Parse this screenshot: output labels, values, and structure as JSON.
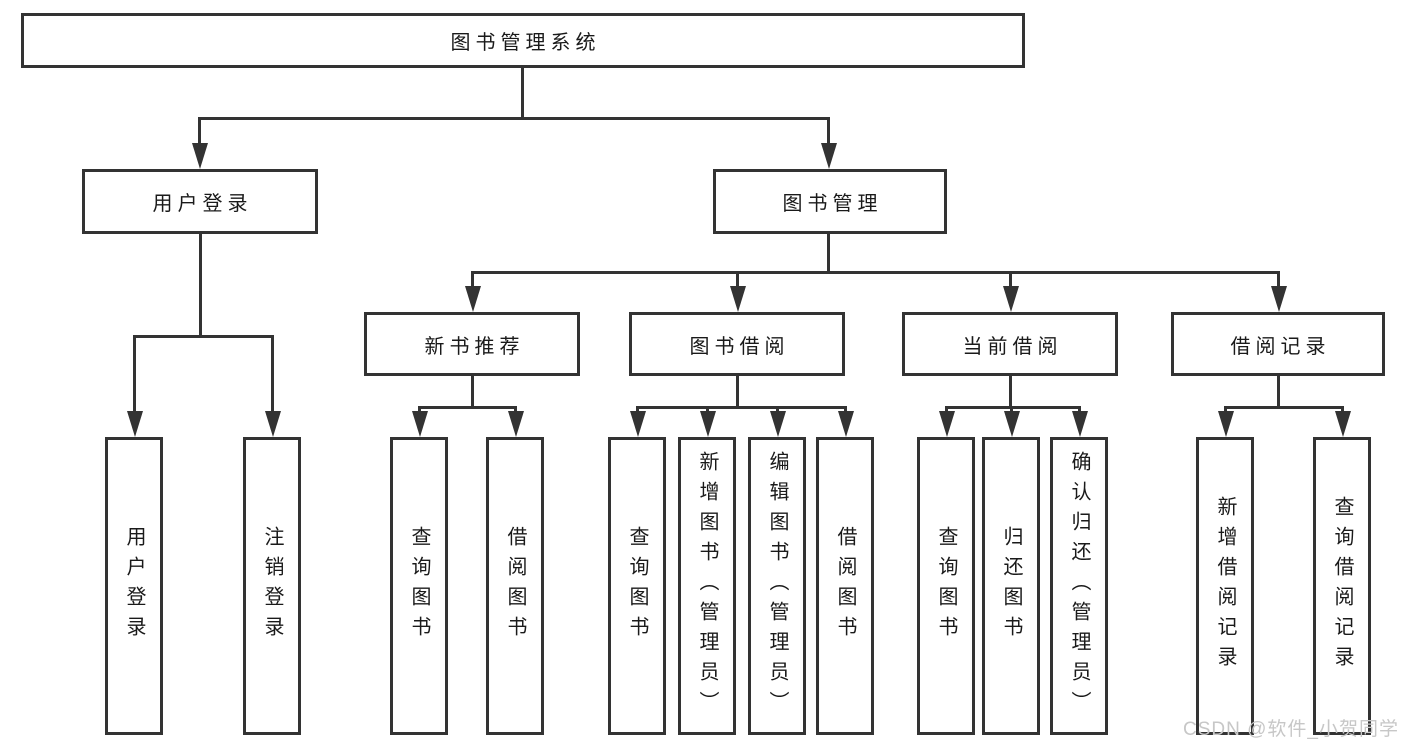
{
  "diagram": {
    "root": "图书管理系统",
    "level2": {
      "user": "用户登录",
      "book": "图书管理"
    },
    "level3": {
      "newbook": "新书推荐",
      "borrow": "图书借阅",
      "current": "当前借阅",
      "record": "借阅记录"
    },
    "leaves": {
      "user1": "用户登录",
      "user2": "注销登录",
      "new1": "查询图书",
      "new2": "借阅图书",
      "borrow1": "查询图书",
      "borrow2": "新增图书（管理员）",
      "borrow3": "编辑图书（管理员）",
      "borrow4": "借阅图书",
      "current1": "查询图书",
      "current2": "归还图书",
      "current3": "确认归还（管理员）",
      "record1": "新增借阅记录",
      "record2": "查询借阅记录"
    }
  },
  "watermark": "CSDN @软件_小贺同学",
  "colors": {
    "line": "#333333",
    "text": "#1a1a1a",
    "watermark": "#c7c7c7",
    "background": "#ffffff"
  }
}
